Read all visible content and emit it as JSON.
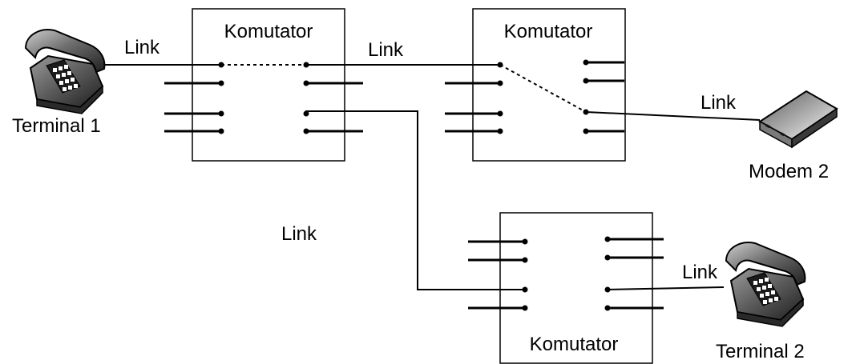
{
  "labels": {
    "switch_top_left": "Komutator",
    "switch_top_right": "Komutator",
    "switch_bottom": "Komutator",
    "terminal_1": "Terminal 1",
    "terminal_2": "Terminal 2",
    "modem_2": "Modem 2",
    "link_terminal1": "Link",
    "link_switches": "Link",
    "link_modem": "Link",
    "link_vertical": "Link",
    "link_terminal2": "Link"
  },
  "icons": {
    "terminal_1": "telephone-icon",
    "terminal_2": "telephone-icon",
    "modem_2": "modem-icon"
  }
}
